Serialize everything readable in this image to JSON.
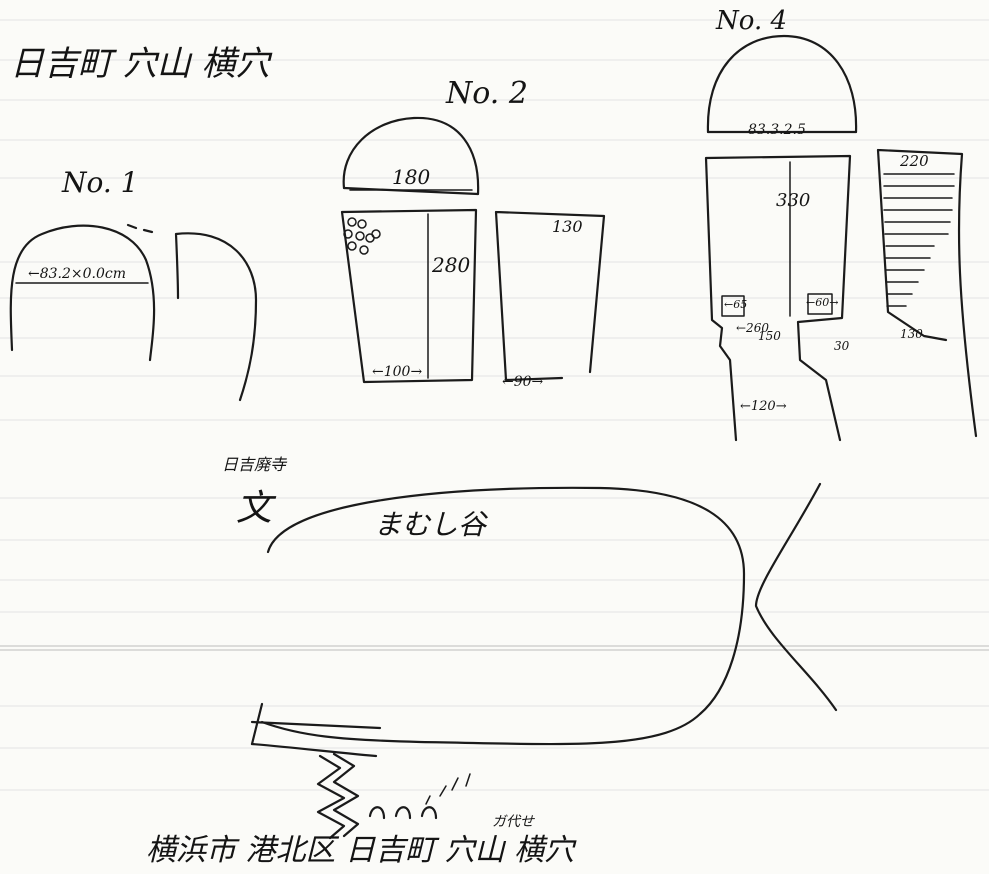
{
  "title": "日吉町 穴山 横穴",
  "cave1": {
    "label": "No. 1",
    "dim_width": "←83.2×0.0cm"
  },
  "cave2": {
    "label": "No. 2",
    "dim_top": "180",
    "dim_height": "280",
    "dim_right": "130",
    "dim_bottom": "←100→",
    "dim_side": "←90→"
  },
  "cave4": {
    "label": "No. 4",
    "dim_arc": "83.3.2.5",
    "dim_top": "220",
    "dim_height": "330",
    "dim_a": "←65",
    "dim_b": "←60→",
    "dim_c": "←260",
    "dim_d": "150",
    "dim_e": "30",
    "dim_f": "←120→",
    "dim_g": "130"
  },
  "location_map": {
    "place_label": "日吉廃寺",
    "shrine_mark": "文",
    "hill_label": "まむし谷"
  },
  "footer_caption": "横浜市 港北区  日吉町 穴山 横穴",
  "footer_ruby": "ガ代せ"
}
